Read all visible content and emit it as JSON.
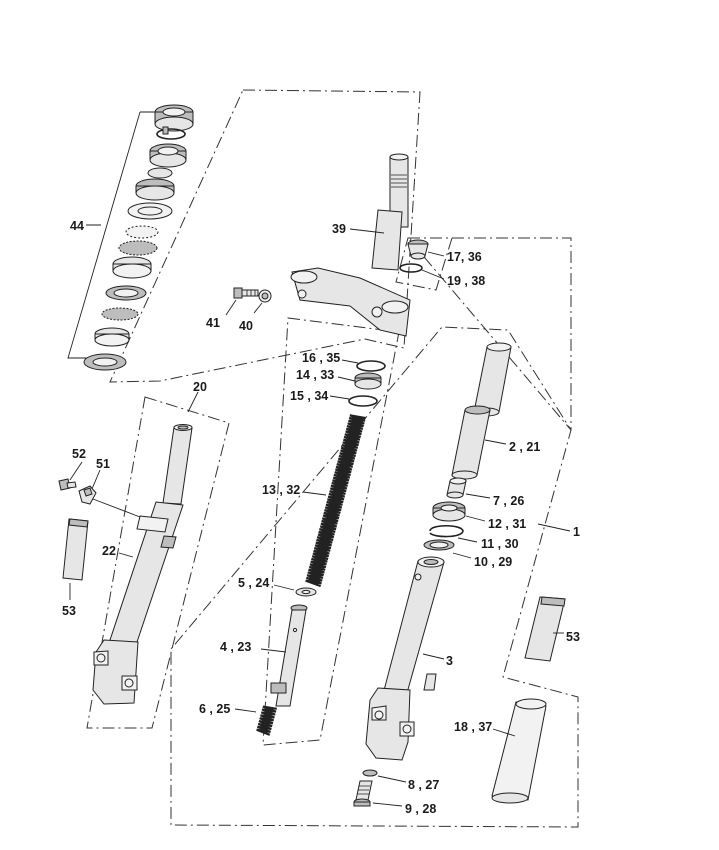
{
  "labels": {
    "l44": "44",
    "l39": "39",
    "l17": "17, 36",
    "l19": "19 , 38",
    "l41": "41",
    "l40": "40",
    "l16": "16 , 35",
    "l14": "14 , 33",
    "l15": "15 , 34",
    "l13": "13 , 32",
    "l5": "5 , 24",
    "l4": "4 , 23",
    "l6": "6 , 25",
    "l20": "20",
    "l52": "52",
    "l51": "51",
    "l22": "22",
    "l53a": "53",
    "l2": "2 , 21",
    "l7": "7 , 26",
    "l12": "12 , 31",
    "l1": "1",
    "l11": "11 , 30",
    "l10": "10 , 29",
    "l3": "3",
    "l53b": "53",
    "l18": "18 , 37",
    "l8": "8 , 27",
    "l9": "9 , 28"
  }
}
